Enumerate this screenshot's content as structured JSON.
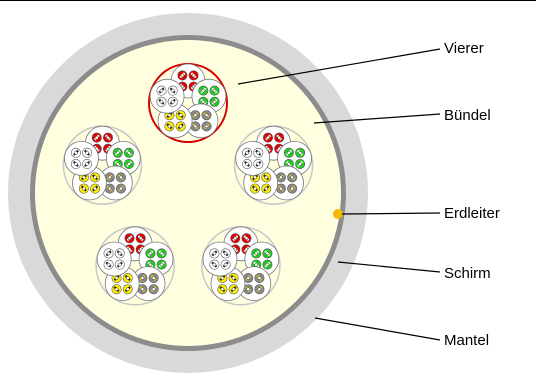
{
  "labels": {
    "vierer": "Vierer",
    "buendel": "Bündel",
    "erdleiter": "Erdleiter",
    "schirm": "Schirm",
    "mantel": "Mantel"
  },
  "colors": {
    "mantel": "#d9d9d9",
    "schirm": "#8c8c8c",
    "filler": "#ffffe0",
    "highlight": "#d40000",
    "bundle_ring": "#c8c8c8",
    "erdleiter": "#f5b800"
  },
  "conductor_colors": [
    "red",
    "green",
    "gray",
    "yellow",
    "white",
    "black"
  ]
}
